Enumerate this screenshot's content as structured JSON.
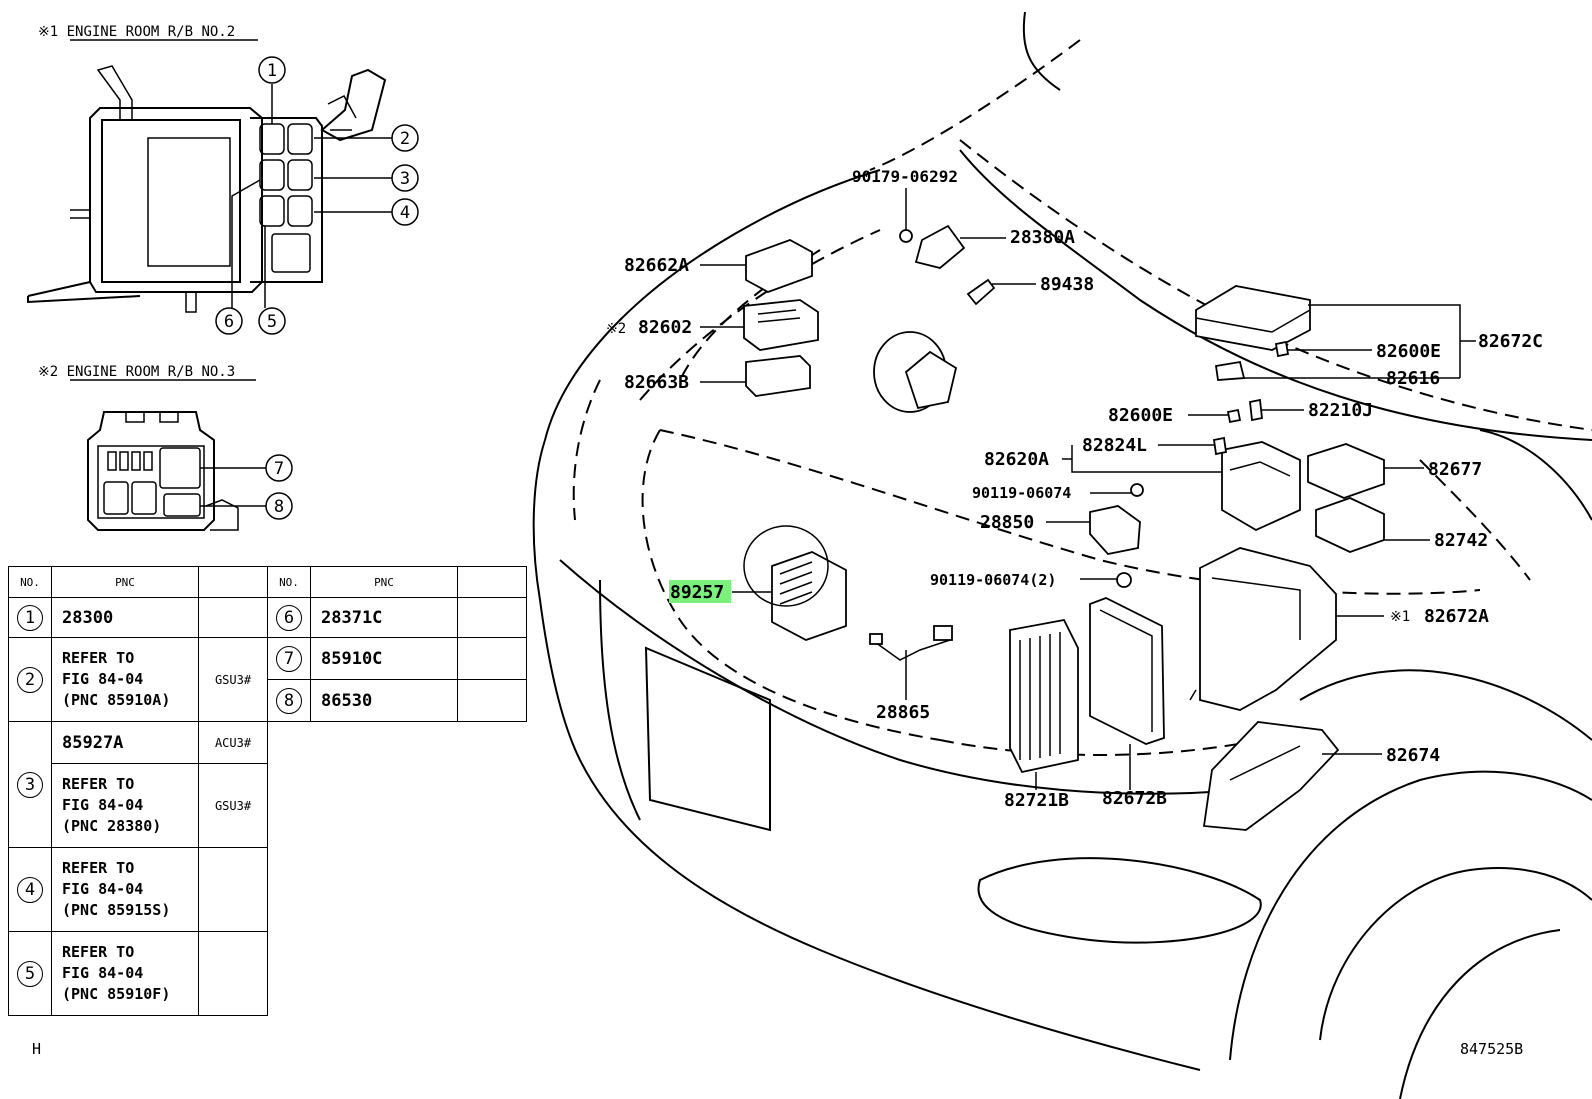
{
  "inset1": {
    "title": "※1 ENGINE ROOM R/B NO.2",
    "callouts": [
      "1",
      "2",
      "3",
      "4",
      "5",
      "6"
    ]
  },
  "inset2": {
    "title": "※2 ENGINE ROOM R/B NO.3",
    "callouts": [
      "7",
      "8"
    ]
  },
  "table": {
    "headers": {
      "no": "NO.",
      "pnc": "PNC"
    },
    "rows": [
      {
        "no": "1",
        "pnc": "28300",
        "model": ""
      },
      {
        "no": "2",
        "pnc_lines": [
          "REFER TO",
          "FIG 84-04",
          "(PNC 85910A)"
        ],
        "model": "GSU3#"
      },
      {
        "no": "3",
        "sub": [
          {
            "pnc": "85927A",
            "model": "ACU3#"
          },
          {
            "pnc_lines": [
              "REFER TO",
              "FIG 84-04",
              "(PNC 28380)"
            ],
            "model": "GSU3#"
          }
        ]
      },
      {
        "no": "4",
        "pnc_lines": [
          "REFER TO",
          "FIG 84-04",
          "(PNC 85915S)"
        ],
        "model": ""
      },
      {
        "no": "5",
        "pnc_lines": [
          "REFER TO",
          "FIG 84-04",
          "(PNC 85910F)"
        ],
        "model": ""
      },
      {
        "no": "6",
        "pnc": "28371C",
        "model": ""
      },
      {
        "no": "7",
        "pnc": "85910C",
        "model": ""
      },
      {
        "no": "8",
        "pnc": "86530",
        "model": ""
      }
    ]
  },
  "labels": {
    "p90179": "90179-06292",
    "p28380A": "28380A",
    "p82662A": "82662A",
    "p89438": "89438",
    "ref2": "※2",
    "p82602": "82602",
    "p82663B": "82663B",
    "p82672C": "82672C",
    "p82600E_a": "82600E",
    "p82616": "82616",
    "p82600E_b": "82600E",
    "p82210J": "82210J",
    "p82620A": "82620A",
    "p82824L": "82824L",
    "p82677": "82677",
    "p90119a": "90119-06074",
    "p28850": "28850",
    "p82742": "82742",
    "p89257": "89257",
    "p90119b": "90119-06074(2)",
    "ref1": "※1",
    "p82672A": "82672A",
    "p28865": "28865",
    "p82674": "82674",
    "p82721B": "82721B",
    "p82672B": "82672B"
  },
  "footer": {
    "left": "H",
    "right": "847525B"
  },
  "highlight": {
    "color": "#7cf07c",
    "part": "89257"
  }
}
